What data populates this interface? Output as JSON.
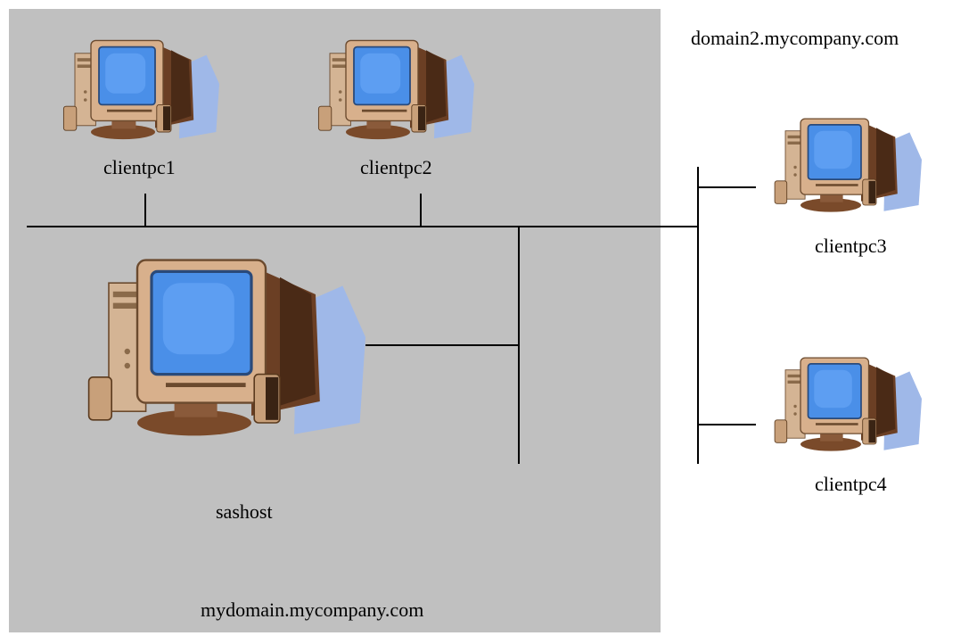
{
  "domains": {
    "primary": "mydomain.mycompany.com",
    "secondary": "domain2.mycompany.com"
  },
  "nodes": {
    "clientpc1": "clientpc1",
    "clientpc2": "clientpc2",
    "clientpc3": "clientpc3",
    "clientpc4": "clientpc4",
    "server": "sashost"
  },
  "colors": {
    "domain_background": "#c0c0c0",
    "screen": "#4a8fe8",
    "monitor_case": "#d8b08c",
    "shadow": "#9fb8e8"
  },
  "icons": {
    "computer": "desktop-computer-icon"
  }
}
